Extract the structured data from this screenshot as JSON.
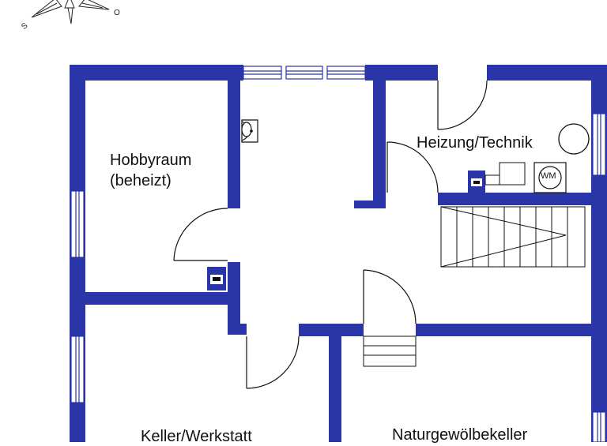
{
  "compass": {
    "letters": [
      "S",
      "O"
    ]
  },
  "rooms": {
    "hobbyraum_line1": "Hobbyraum",
    "hobbyraum_line2": "(beheizt)",
    "heizung": "Heizung/Technik",
    "keller": "Keller/Werkstatt",
    "naturgewoelbe": "Naturgewölbekeller"
  },
  "fixtures": {
    "washing_machine": "WM"
  },
  "colors": {
    "wall": "#2a35a8",
    "line": "#111111",
    "background": "#ffffff"
  }
}
